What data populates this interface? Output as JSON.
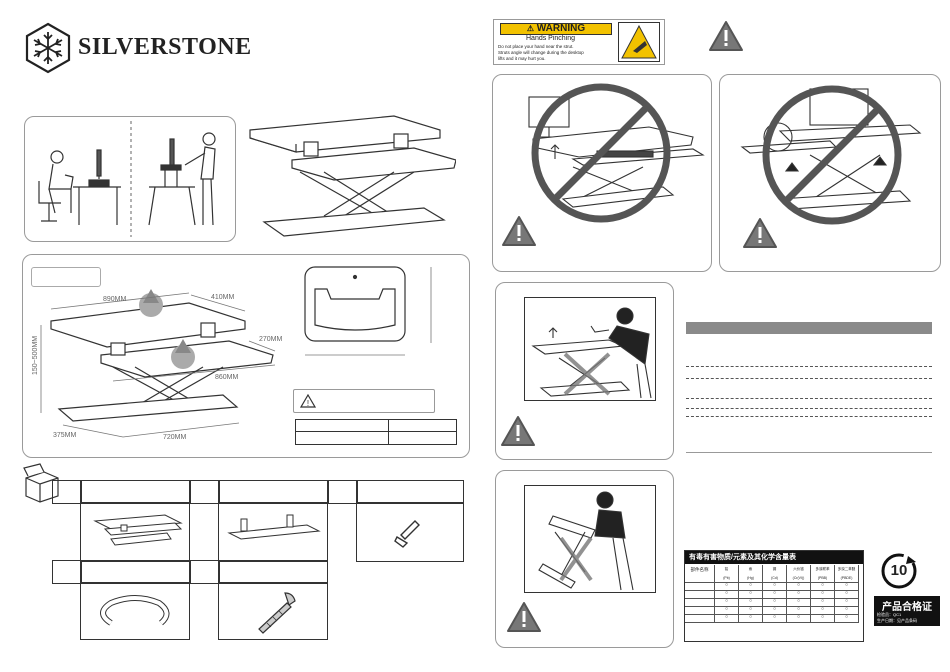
{
  "brand": {
    "name": "SilverStone",
    "display": "SILVERSTONE"
  },
  "warning_sticker": {
    "title": "WARNING",
    "subtitle": "Hands Pinching",
    "lines": [
      "Do not place your hand near the strut.",
      "Struts angle will change during the desktop",
      "lifts and it may hurt you."
    ]
  },
  "dimensions": {
    "width_top": "890MM",
    "width_top2": "410MM",
    "depth_side": "375MM",
    "height_side": "150~500MM",
    "keyboard_width": "860MM",
    "keyboard_depth": "270MM",
    "base_width": "720MM",
    "base_depth": "375MM"
  },
  "rohs_table": {
    "title": "有毒有害物质/元素及其化学含量表",
    "col_part": "部件名称",
    "columns": [
      "铅\n(Pb)",
      "汞\n(Hg)",
      "镉\n(Cd)",
      "六价铬\n(Cr(VI))",
      "多溴联苯\n(PBB)",
      "多溴二苯醚\n(PBDE)"
    ],
    "rows": [
      [
        "",
        "○",
        "○",
        "○",
        "○",
        "○",
        "○"
      ],
      [
        "",
        "○",
        "○",
        "○",
        "○",
        "○",
        "○"
      ],
      [
        "",
        "○",
        "○",
        "○",
        "○",
        "○",
        "○"
      ],
      [
        "",
        "○",
        "○",
        "○",
        "○",
        "○",
        "○"
      ],
      [
        "",
        "○",
        "○",
        "○",
        "○",
        "○",
        "○"
      ]
    ]
  },
  "epup_logo": {
    "number": "10"
  },
  "qc_label": {
    "title": "产品合格证",
    "line1": "检验员：QC1",
    "line2": "生产日期：见产品条码"
  },
  "colors": {
    "panel_border": "#9a9a9a",
    "warning_yellow": "#f2c200",
    "header_gray": "#8a8a8a",
    "prohibit_gray": "#555555"
  }
}
